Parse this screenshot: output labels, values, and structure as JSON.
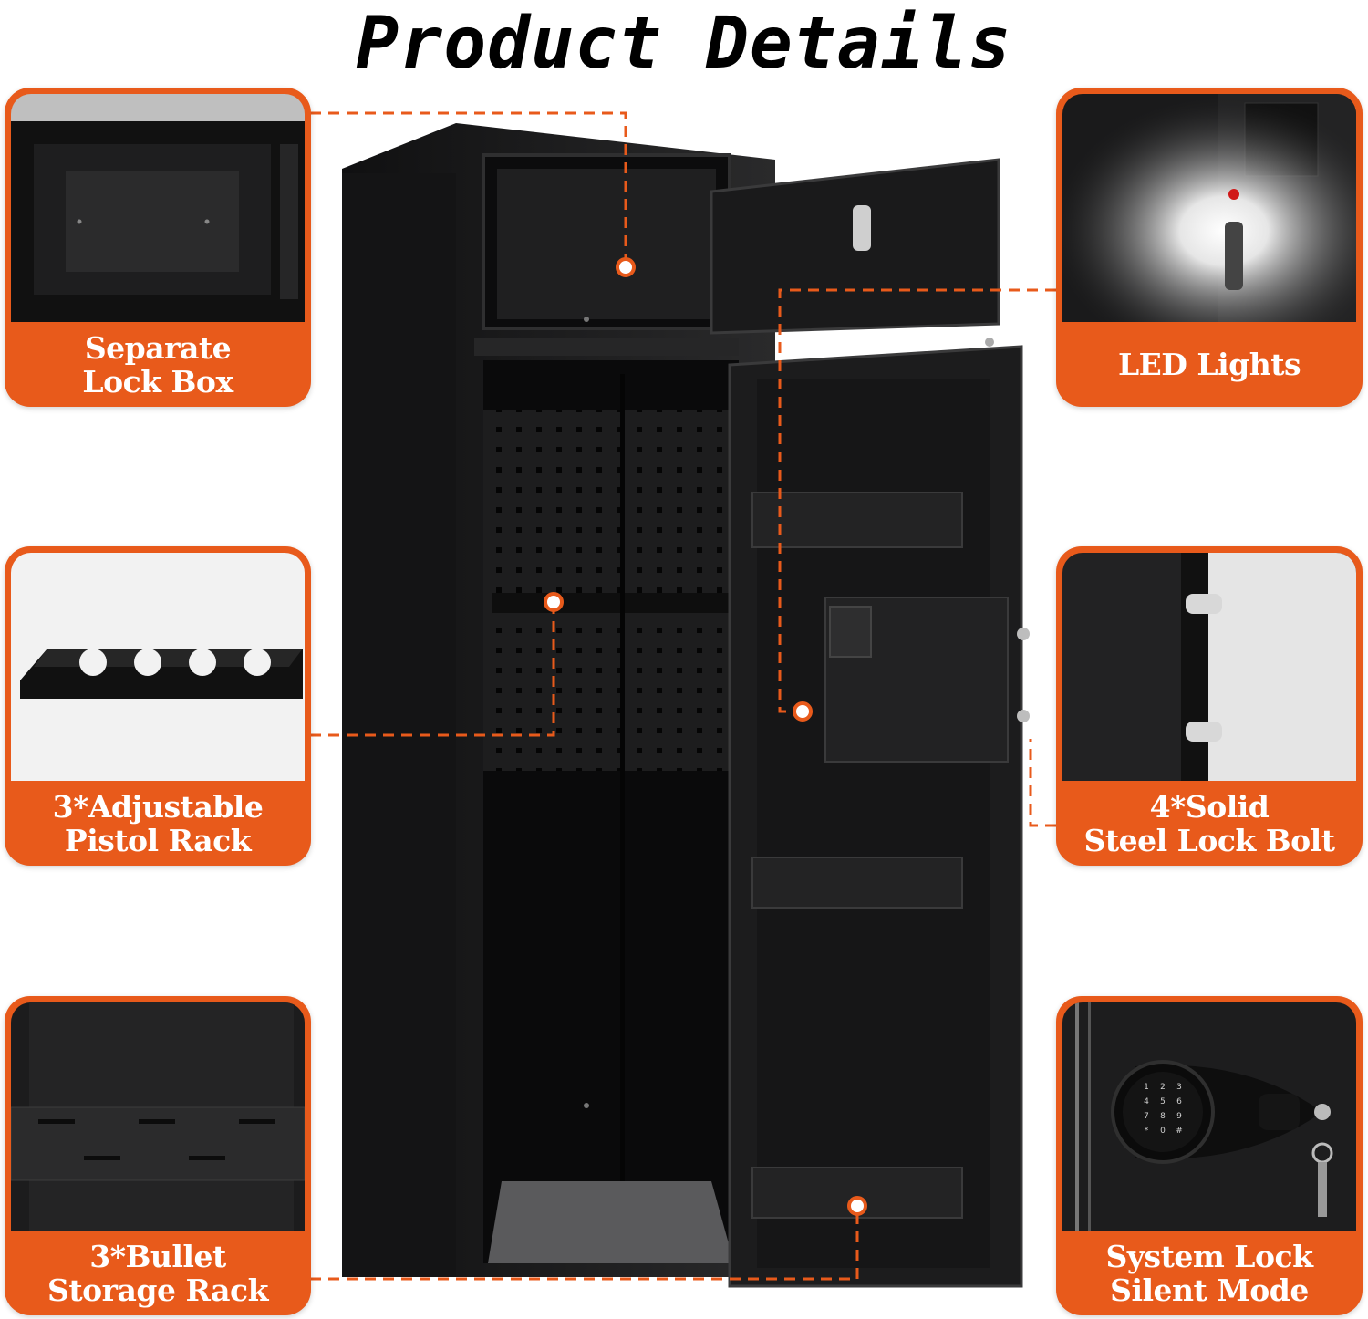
{
  "title": "Product Details",
  "colors": {
    "accent": "#e85a1b",
    "safe": "#1b1b1c",
    "background": "#ffffff"
  },
  "features": [
    {
      "id": "lockbox",
      "label": "Separate\nLock Box"
    },
    {
      "id": "led",
      "label": "LED Lights"
    },
    {
      "id": "pistol",
      "label": "3*Adjustable\nPistol Rack"
    },
    {
      "id": "bolt",
      "label": "4*Solid\nSteel Lock Bolt"
    },
    {
      "id": "bullet",
      "label": "3*Bullet\nStorage Rack"
    },
    {
      "id": "system",
      "label": "System Lock\nSilent Mode"
    }
  ],
  "keypad": [
    "1",
    "2",
    "3",
    "4",
    "5",
    "6",
    "7",
    "8",
    "9",
    "*",
    "0",
    "#"
  ]
}
